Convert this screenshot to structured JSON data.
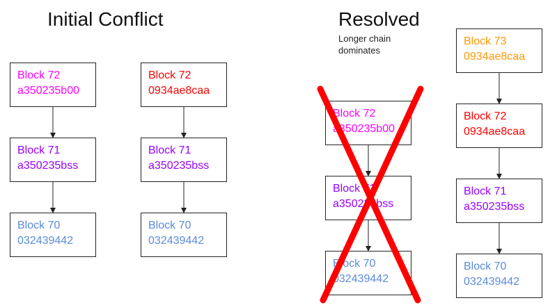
{
  "titles": {
    "initial": "Initial Conflict",
    "resolved": "Resolved"
  },
  "note": "Longer chain\ndominates",
  "colors": {
    "magenta": "#ff00ff",
    "red": "#ff0000",
    "purple": "#9900ff",
    "blue": "#5b8bd9",
    "orange": "#ff9900",
    "cross": "#ff0000",
    "border": "#222222"
  },
  "initial": {
    "chain_a": [
      {
        "name": "Block 72",
        "hash": "a350235b00",
        "color": "magenta"
      },
      {
        "name": "Block 71",
        "hash": "a350235bss",
        "color": "purple"
      },
      {
        "name": "Block 70",
        "hash": "032439442",
        "color": "blue"
      }
    ],
    "chain_b": [
      {
        "name": "Block 72",
        "hash": "0934ae8caa",
        "color": "red"
      },
      {
        "name": "Block 71",
        "hash": "a350235bss",
        "color": "purple"
      },
      {
        "name": "Block 70",
        "hash": "032439442",
        "color": "blue"
      }
    ]
  },
  "resolved": {
    "rejected": [
      {
        "name": "Block 72",
        "hash": "a350235b00",
        "color": "magenta"
      },
      {
        "name": "Block 71",
        "hash": "a350235bss",
        "color": "purple"
      },
      {
        "name": "Block 70",
        "hash": "032439442",
        "color": "blue"
      }
    ],
    "winning": [
      {
        "name": "Block 73",
        "hash": "0934ae8caa",
        "color": "orange"
      },
      {
        "name": "Block 72",
        "hash": "0934ae8caa",
        "color": "red"
      },
      {
        "name": "Block 71",
        "hash": "a350235bss",
        "color": "purple"
      },
      {
        "name": "Block 70",
        "hash": "032439442",
        "color": "blue"
      }
    ]
  }
}
